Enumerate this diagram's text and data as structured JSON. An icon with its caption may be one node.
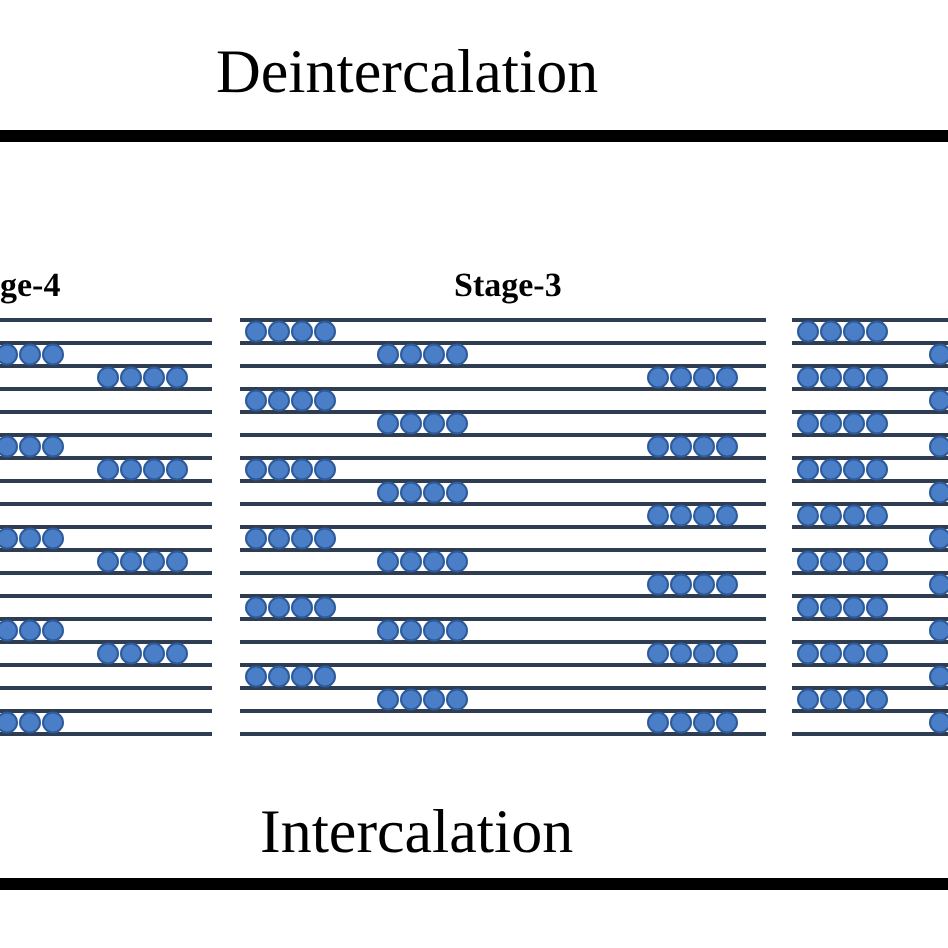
{
  "diagram": {
    "labels": [
      "Deintercalation",
      "ge-4",
      "Stage-3",
      "Intercalation"
    ]
  }
}
